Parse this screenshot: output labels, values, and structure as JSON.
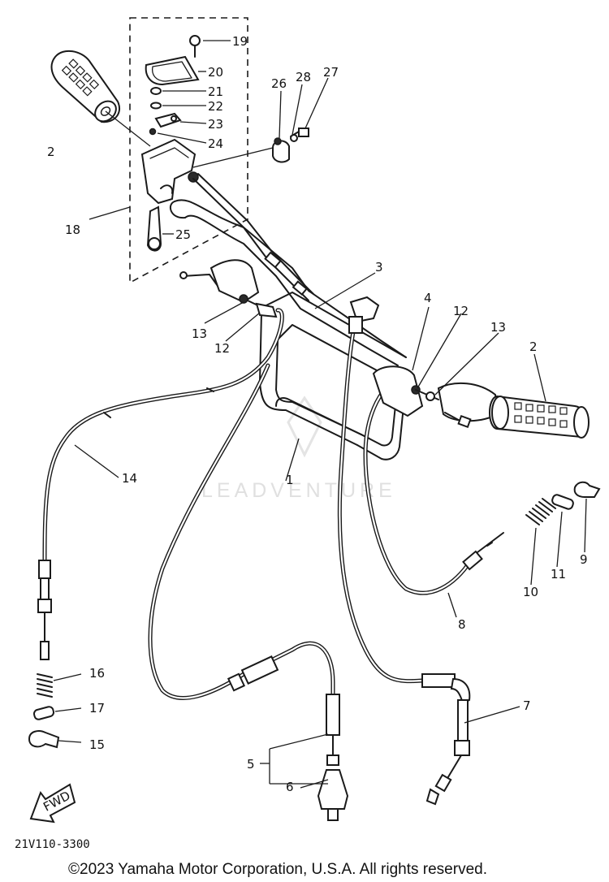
{
  "diagram": {
    "callouts": [
      {
        "id": "1",
        "label": "1"
      },
      {
        "id": "2-left",
        "label": "2"
      },
      {
        "id": "2-right",
        "label": "2"
      },
      {
        "id": "3",
        "label": "3"
      },
      {
        "id": "4",
        "label": "4"
      },
      {
        "id": "5",
        "label": "5"
      },
      {
        "id": "6",
        "label": "6"
      },
      {
        "id": "7",
        "label": "7"
      },
      {
        "id": "8",
        "label": "8"
      },
      {
        "id": "9",
        "label": "9"
      },
      {
        "id": "10",
        "label": "10"
      },
      {
        "id": "11",
        "label": "11"
      },
      {
        "id": "12-left",
        "label": "12"
      },
      {
        "id": "12-right",
        "label": "12"
      },
      {
        "id": "13-left",
        "label": "13"
      },
      {
        "id": "13-right",
        "label": "13"
      },
      {
        "id": "14",
        "label": "14"
      },
      {
        "id": "15",
        "label": "15"
      },
      {
        "id": "16",
        "label": "16"
      },
      {
        "id": "17",
        "label": "17"
      },
      {
        "id": "18",
        "label": "18"
      },
      {
        "id": "19",
        "label": "19"
      },
      {
        "id": "20",
        "label": "20"
      },
      {
        "id": "21",
        "label": "21"
      },
      {
        "id": "22",
        "label": "22"
      },
      {
        "id": "23",
        "label": "23"
      },
      {
        "id": "24",
        "label": "24"
      },
      {
        "id": "25",
        "label": "25"
      },
      {
        "id": "26",
        "label": "26"
      },
      {
        "id": "27",
        "label": "27"
      },
      {
        "id": "28",
        "label": "28"
      }
    ],
    "fwd_label": "FWD",
    "diagram_code": "21V110-3300",
    "watermark": "LEADVENTURE",
    "copyright": "©2023 Yamaha Motor Corporation, U.S.A. All rights reserved."
  }
}
